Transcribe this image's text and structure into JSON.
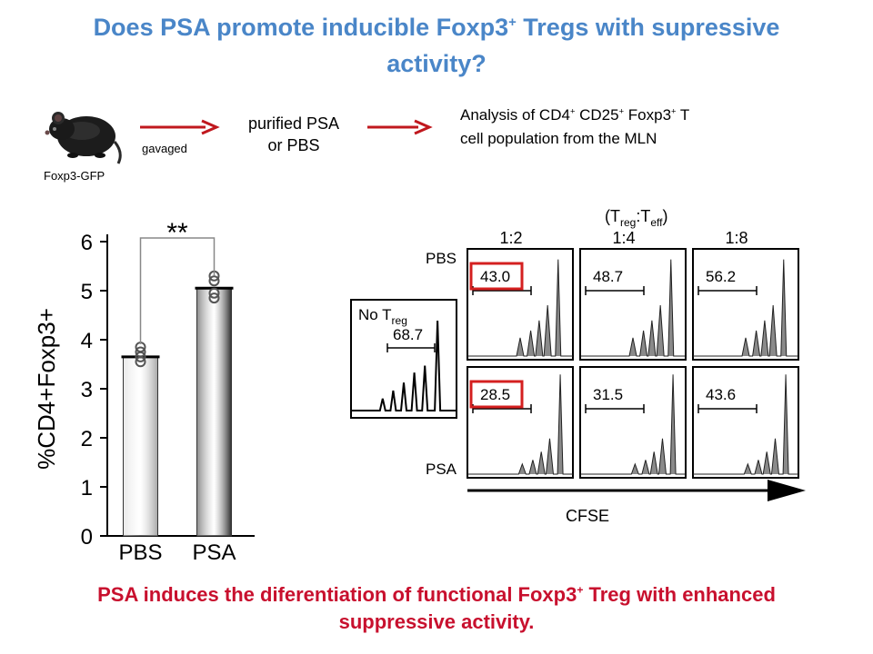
{
  "title": {
    "line1_pre": "Does PSA promote inducible Foxp3",
    "line1_sup": "+",
    "line1_post": " Tregs with supressive",
    "line2": "activity?"
  },
  "workflow": {
    "mouse_label": "Foxp3-GFP",
    "arrow1_label": "gavaged",
    "treatment_line1": "purified PSA",
    "treatment_line2": "or PBS",
    "analysis_pre": "Analysis  of CD4",
    "analysis_mid1": " CD25",
    "analysis_mid2": " Foxp3",
    "analysis_post": " T",
    "analysis_sup": "+",
    "analysis_line2": "cell population from the MLN"
  },
  "chart_data": {
    "type": "bar",
    "categories": [
      "PBS",
      "PSA"
    ],
    "values": [
      3.65,
      5.05
    ],
    "replicates": [
      [
        3.85,
        3.75,
        3.65,
        3.55
      ],
      [
        5.3,
        5.2,
        4.95,
        4.85
      ]
    ],
    "ylabel": "%CD4+Foxp3+",
    "ylim": [
      0,
      6
    ],
    "yticks": [
      "0",
      "1",
      "2",
      "3",
      "4",
      "5",
      "6"
    ],
    "significance": "**",
    "bar_colors": [
      "#d4d4d4",
      "#7a7a7a"
    ]
  },
  "flow_panel": {
    "header": "(T",
    "header_sub1": "reg",
    "header_colon": ":T",
    "header_sub2": "eff",
    "header_close": ")",
    "ratios": [
      "1:2",
      "1:4",
      "1:8"
    ],
    "row_labels": [
      "PBS",
      "PSA"
    ],
    "control_label": "No T",
    "control_sub": "reg",
    "control_value": "68.7",
    "pbs_values": [
      "43.0",
      "48.7",
      "56.2"
    ],
    "psa_values": [
      "28.5",
      "31.5",
      "43.6"
    ],
    "axis_label": "CFSE",
    "highlight_color": "#d42020"
  },
  "conclusion": {
    "pre": "PSA induces the diferentiation of functional Foxp3",
    "sup": "+",
    "post": " Treg with enhanced",
    "line2": "suppressive activity."
  },
  "colors": {
    "title": "#4a86c8",
    "conclusion": "#c8102e",
    "arrow": "#c0181e"
  }
}
